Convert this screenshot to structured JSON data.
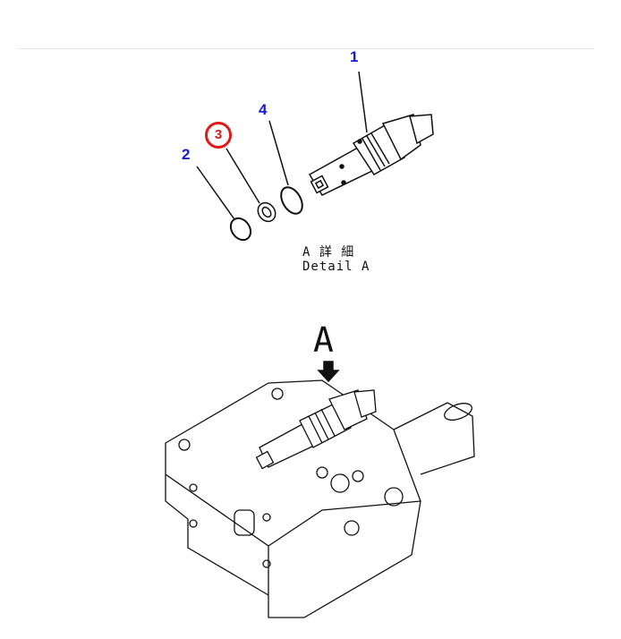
{
  "callouts": [
    {
      "id": "1",
      "label": "1"
    },
    {
      "id": "2",
      "label": "2"
    },
    {
      "id": "3",
      "label": "3",
      "highlighted": true
    },
    {
      "id": "4",
      "label": "4"
    }
  ],
  "caption": {
    "jp": "A 詳 細",
    "en": "Detail A"
  },
  "view_marker": "A",
  "colors": {
    "callout": "#1a1ad0",
    "highlight": "#e01818"
  }
}
